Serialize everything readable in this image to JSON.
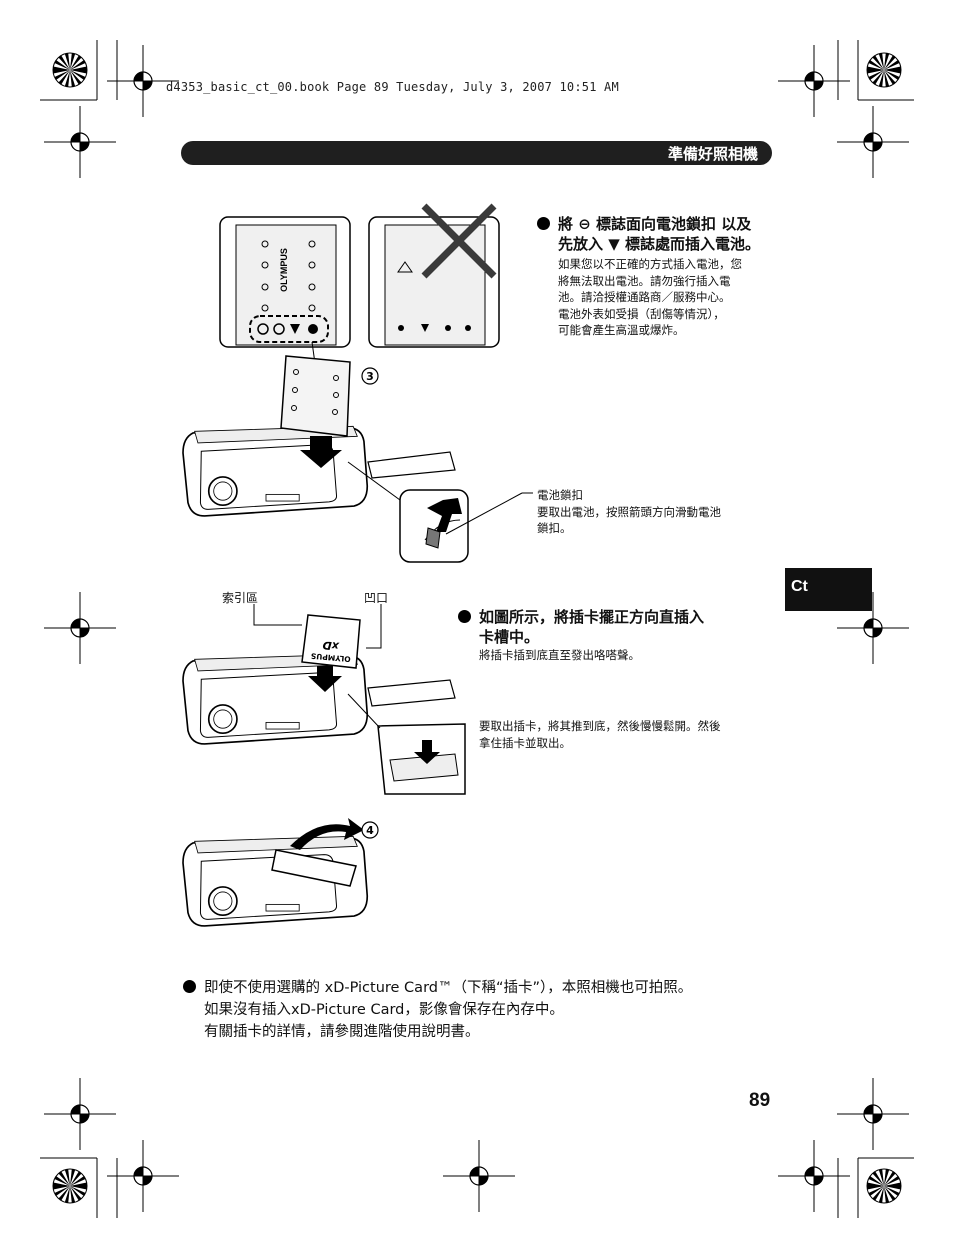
{
  "print_header": "d4353_basic_ct_00.book  Page 89  Tuesday, July 3, 2007  10:51 AM",
  "section_title": "準備好照相機",
  "side_tab": "Ct",
  "battery": {
    "heading_line1": "將 ⊖ 標誌面向電池鎖扣 以及",
    "heading_line2": "先放入 ▼ 標誌處而插入電池。",
    "body": [
      "如果您以不正確的方式插入電池，您",
      "將無法取出電池。請勿強行插入電",
      "池。請洽授權通路商／服務中心。",
      "電池外表如受損（刮傷等情況），",
      "可能會產生高溫或爆炸。"
    ],
    "lock_title": "電池鎖扣",
    "lock_desc_line1": "要取出電池，按照箭頭方向滑動電池",
    "lock_desc_line2": "鎖扣。",
    "step_number": "3",
    "brand_label": "OLYMPUS"
  },
  "card": {
    "index_area_label": "索引區",
    "notch_label": "凹口",
    "heading_line1": "如圖所示，將插卡擺正方向直插入",
    "heading_line2": "卡槽中。",
    "sub": "將插卡插到底直至發出咯嗒聲。",
    "remove_line1": "要取出插卡，將其推到底，然後慢慢鬆開。然後",
    "remove_line2": "拿住插卡並取出。",
    "card_brand": "OLYMPUS",
    "card_logo": "xD"
  },
  "close_step_number": "4",
  "bottom_note": [
    "即使不使用選購的 xD-Picture Card™（下稱“插卡”），本照相機也可拍照。",
    "如果沒有插入xD-Picture Card，影像會保存在內存中。",
    "有關插卡的詳情，請參閱進階使用說明書。"
  ],
  "page_number": "89"
}
